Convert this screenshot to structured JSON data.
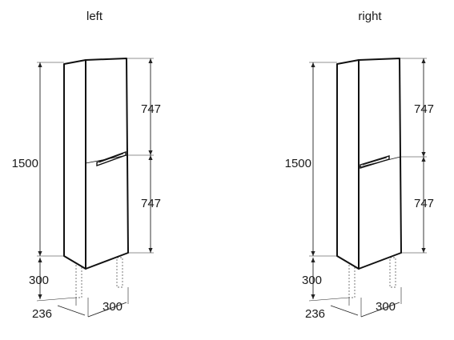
{
  "views": [
    {
      "id": "left",
      "title": "left",
      "dims": {
        "total_height": "1500",
        "upper_door": "747",
        "lower_door": "747",
        "leg_height": "300",
        "depth": "236",
        "width": "300"
      },
      "handle_side": "left"
    },
    {
      "id": "right",
      "title": "right",
      "dims": {
        "total_height": "1500",
        "upper_door": "747",
        "lower_door": "747",
        "leg_height": "300",
        "depth": "236",
        "width": "300"
      },
      "handle_side": "right"
    }
  ]
}
